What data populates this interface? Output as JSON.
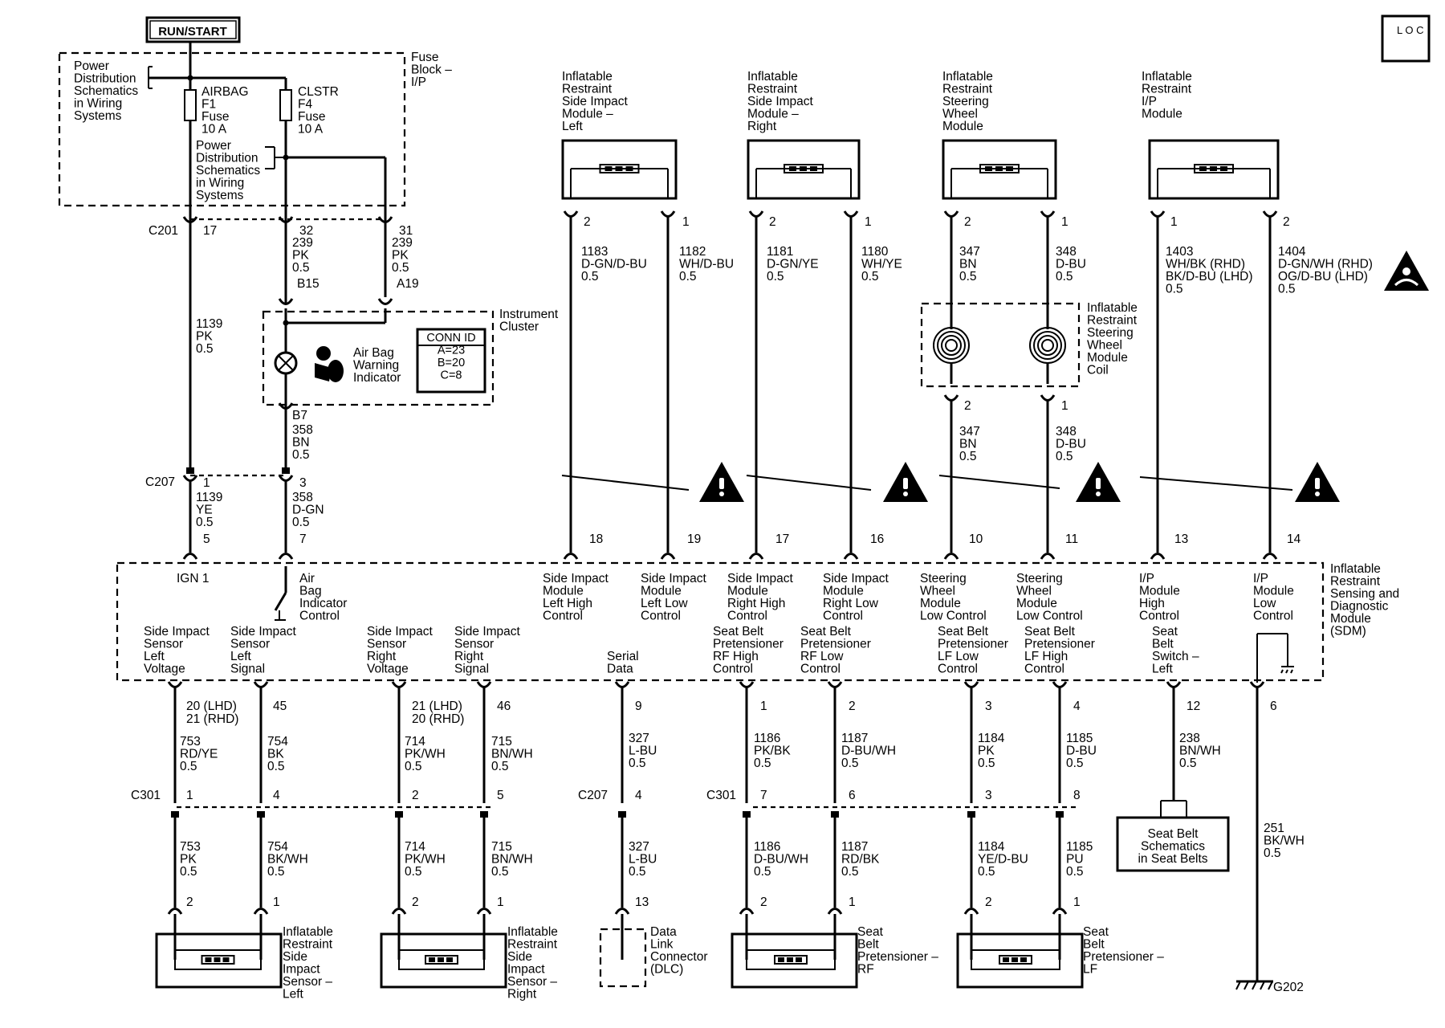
{
  "header": {
    "power_label": "RUN/START",
    "loc_icon": "L O C"
  },
  "fuse_block": {
    "title": [
      "Fuse",
      "Block –",
      "I/P"
    ],
    "power_schem_1": [
      "Power",
      "Distribution",
      "Schematics",
      "in Wiring",
      "Systems"
    ],
    "power_schem_2": [
      "Power",
      "Distribution",
      "Schematics",
      "in Wiring",
      "Systems"
    ],
    "fuse1": [
      "AIRBAG",
      "F1",
      "Fuse",
      "10 A"
    ],
    "fuse2": [
      "CLSTR",
      "F4",
      "Fuse",
      "10 A"
    ]
  },
  "connectors": {
    "c201": "C201",
    "c207": "C207",
    "c207b": "C207",
    "c301a": "C301",
    "c301b": "C301",
    "g202": "G202"
  },
  "wires_top": {
    "w1139_pk": [
      "1139",
      "PK",
      "0.5"
    ],
    "w239_a": [
      "239",
      "PK",
      "0.5"
    ],
    "w239_b": [
      "239",
      "PK",
      "0.5"
    ],
    "w358_bn": [
      "358",
      "BN",
      "0.5"
    ],
    "w1139_ye": [
      "1139",
      "YE",
      "0.5"
    ],
    "w358_dgn": [
      "358",
      "D-GN",
      "0.5"
    ],
    "w1183": [
      "1183",
      "D-GN/D-BU",
      "0.5"
    ],
    "w1182": [
      "1182",
      "WH/D-BU",
      "0.5"
    ],
    "w1181": [
      "1181",
      "D-GN/YE",
      "0.5"
    ],
    "w1180": [
      "1180",
      "WH/YE",
      "0.5"
    ],
    "w347a": [
      "347",
      "BN",
      "0.5"
    ],
    "w348a": [
      "348",
      "D-BU",
      "0.5"
    ],
    "w347b": [
      "347",
      "BN",
      "0.5"
    ],
    "w348b": [
      "348",
      "D-BU",
      "0.5"
    ],
    "w1403": [
      "1403",
      "WH/BK (RHD)",
      "BK/D-BU (LHD)",
      "0.5"
    ],
    "w1404": [
      "1404",
      "D-GN/WH (RHD)",
      "OG/D-BU (LHD)",
      "0.5"
    ]
  },
  "pins": {
    "p17": "17",
    "p32": "32",
    "p31": "31",
    "b15": "B15",
    "a19": "A19",
    "b7": "B7",
    "p1": "1",
    "p3": "3",
    "p5": "5",
    "p7": "7",
    "m1_2": "2",
    "m1_1": "1",
    "m2_2": "2",
    "m2_1": "1",
    "m3_2": "2",
    "m3_1": "1",
    "m4_1": "1",
    "m4_2": "2",
    "coil_2": "2",
    "coil_1": "1",
    "s18": "18",
    "s19": "19",
    "s17": "17",
    "s16": "16",
    "s10": "10",
    "s11": "11",
    "s13": "13",
    "s14": "14",
    "b20": "20 (LHD)",
    "b20b": "21 (RHD)",
    "b45": "45",
    "b21": "21 (LHD)",
    "b21b": "20 (RHD)",
    "b46": "46",
    "b9": "9",
    "b1": "1",
    "b2": "2",
    "b3": "3",
    "b4": "4",
    "b12": "12",
    "b6": "6",
    "c1": "1",
    "c4": "4",
    "c2": "2",
    "c5": "5",
    "c4b": "4",
    "c7": "7",
    "c6": "6",
    "c3": "3",
    "c8": "8",
    "l2a": "2",
    "l1a": "1",
    "l2b": "2",
    "l1b": "1",
    "l13": "13",
    "l2c": "2",
    "l1c": "1",
    "l2d": "2",
    "l1d": "1"
  },
  "modules": {
    "side_left": [
      "Inflatable",
      "Restraint",
      "Side Impact",
      "Module –",
      "Left"
    ],
    "side_right": [
      "Inflatable",
      "Restraint",
      "Side Impact",
      "Module –",
      "Right"
    ],
    "steering": [
      "Inflatable",
      "Restraint",
      "Steering",
      "Wheel",
      "Module"
    ],
    "ip": [
      "Inflatable",
      "Restraint",
      "I/P",
      "Module"
    ],
    "coil": [
      "Inflatable",
      "Restraint",
      "Steering",
      "Wheel",
      "Module",
      "Coil"
    ],
    "cluster": [
      "Instrument",
      "Cluster"
    ],
    "airbag_indicator": [
      "Air Bag",
      "Warning",
      "Indicator"
    ],
    "conn_id": [
      "CONN ID",
      "A=23",
      "B=20",
      "C=8"
    ],
    "sdm": [
      "Inflatable",
      "Restraint",
      "Sensing and",
      "Diagnostic",
      "Module",
      "(SDM)"
    ]
  },
  "sdm_top": {
    "ign1": [
      "IGN 1"
    ],
    "airbag_ctrl": [
      "Air",
      "Bag",
      "Indicator",
      "Control"
    ],
    "sl_high": [
      "Side Impact",
      "Module",
      "Left High",
      "Control"
    ],
    "sl_low": [
      "Side Impact",
      "Module",
      "Left Low",
      "Control"
    ],
    "sr_high": [
      "Side Impact",
      "Module",
      "Right High",
      "Control"
    ],
    "sr_low": [
      "Side Impact",
      "Module",
      "Right Low",
      "Control"
    ],
    "sw_low": [
      "Steering",
      "Wheel",
      "Module",
      "Low Control"
    ],
    "sw_high": [
      "Steering",
      "Wheel",
      "Module",
      "Low Control"
    ],
    "ip_high": [
      "I/P",
      "Module",
      "High",
      "Control"
    ],
    "ip_low": [
      "I/P",
      "Module",
      "Low",
      "Control"
    ]
  },
  "sdm_bottom": {
    "sl_volt": [
      "Side Impact",
      "Sensor",
      "Left",
      "Voltage"
    ],
    "sl_sig": [
      "Side Impact",
      "Sensor",
      "Left",
      "Signal"
    ],
    "sr_volt": [
      "Side Impact",
      "Sensor",
      "Right",
      "Voltage"
    ],
    "sr_sig": [
      "Side Impact",
      "Sensor",
      "Right",
      "Signal"
    ],
    "serial": [
      "Serial",
      "Data"
    ],
    "rf_high": [
      "Seat Belt",
      "Pretensioner",
      "RF High",
      "Control"
    ],
    "rf_low": [
      "Seat Belt",
      "Pretensioner",
      "RF Low",
      "Control"
    ],
    "lf_low": [
      "Seat Belt",
      "Pretensioner",
      "LF Low",
      "Control"
    ],
    "lf_high": [
      "Seat Belt",
      "Pretensioner",
      "LF High",
      "Control"
    ],
    "sbs_left": [
      "Seat",
      "Belt",
      "Switch –",
      "Left"
    ]
  },
  "wires_bottom": {
    "w753a": [
      "753",
      "RD/YE",
      "0.5"
    ],
    "w754a": [
      "754",
      "BK",
      "0.5"
    ],
    "w714a": [
      "714",
      "PK/WH",
      "0.5"
    ],
    "w715a": [
      "715",
      "BN/WH",
      "0.5"
    ],
    "w327a": [
      "327",
      "L-BU",
      "0.5"
    ],
    "w1186a": [
      "1186",
      "PK/BK",
      "0.5"
    ],
    "w1187a": [
      "1187",
      "D-BU/WH",
      "0.5"
    ],
    "w1184a": [
      "1184",
      "PK",
      "0.5"
    ],
    "w1185a": [
      "1185",
      "D-BU",
      "0.5"
    ],
    "w238": [
      "238",
      "BN/WH",
      "0.5"
    ],
    "w753b": [
      "753",
      "PK",
      "0.5"
    ],
    "w754b": [
      "754",
      "BK/WH",
      "0.5"
    ],
    "w714b": [
      "714",
      "PK/WH",
      "0.5"
    ],
    "w715b": [
      "715",
      "BN/WH",
      "0.5"
    ],
    "w327b": [
      "327",
      "L-BU",
      "0.5"
    ],
    "w1186b": [
      "1186",
      "D-BU/WH",
      "0.5"
    ],
    "w1187b": [
      "1187",
      "RD/BK",
      "0.5"
    ],
    "w1184b": [
      "1184",
      "YE/D-BU",
      "0.5"
    ],
    "w1185b": [
      "1185",
      "PU",
      "0.5"
    ],
    "w251": [
      "251",
      "BK/WH",
      "0.5"
    ]
  },
  "bottom_modules": {
    "sensor_left": [
      "Inflatable",
      "Restraint",
      "Side",
      "Impact",
      "Sensor –",
      "Left"
    ],
    "sensor_right": [
      "Inflatable",
      "Restraint",
      "Side",
      "Impact",
      "Sensor –",
      "Right"
    ],
    "dlc": [
      "Data",
      "Link",
      "Connector",
      "(DLC)"
    ],
    "pret_rf": [
      "Seat",
      "Belt",
      "Pretensioner –",
      "RF"
    ],
    "pret_lf": [
      "Seat",
      "Belt",
      "Pretensioner –",
      "LF"
    ],
    "seatbelt_schem": [
      "Seat Belt",
      "Schematics",
      "in Seat Belts"
    ]
  }
}
